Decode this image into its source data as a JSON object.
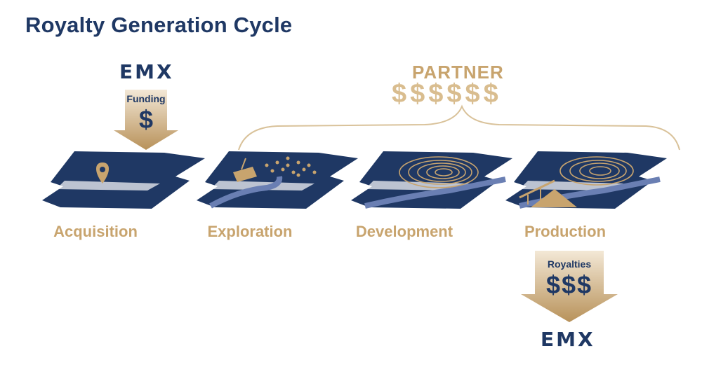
{
  "title": "Royalty Generation Cycle",
  "top_logo": "EMX",
  "funding": {
    "label": "Funding",
    "symbol": "$"
  },
  "partner": {
    "label": "PARTNER",
    "dollars": "$$$$$$"
  },
  "stages": [
    {
      "label": "Acquisition",
      "icon": "map-pin-icon"
    },
    {
      "label": "Exploration",
      "icon": "drill-rig-icon"
    },
    {
      "label": "Development",
      "icon": "contour-pit-icon"
    },
    {
      "label": "Production",
      "icon": "conveyor-stockpile-icon"
    }
  ],
  "royalties": {
    "label": "Royalties",
    "symbols": "$$$"
  },
  "bottom_logo": "EMX",
  "colors": {
    "navy": "#1f3864",
    "gold": "#c8a46e",
    "river": "#6a7fb3"
  }
}
